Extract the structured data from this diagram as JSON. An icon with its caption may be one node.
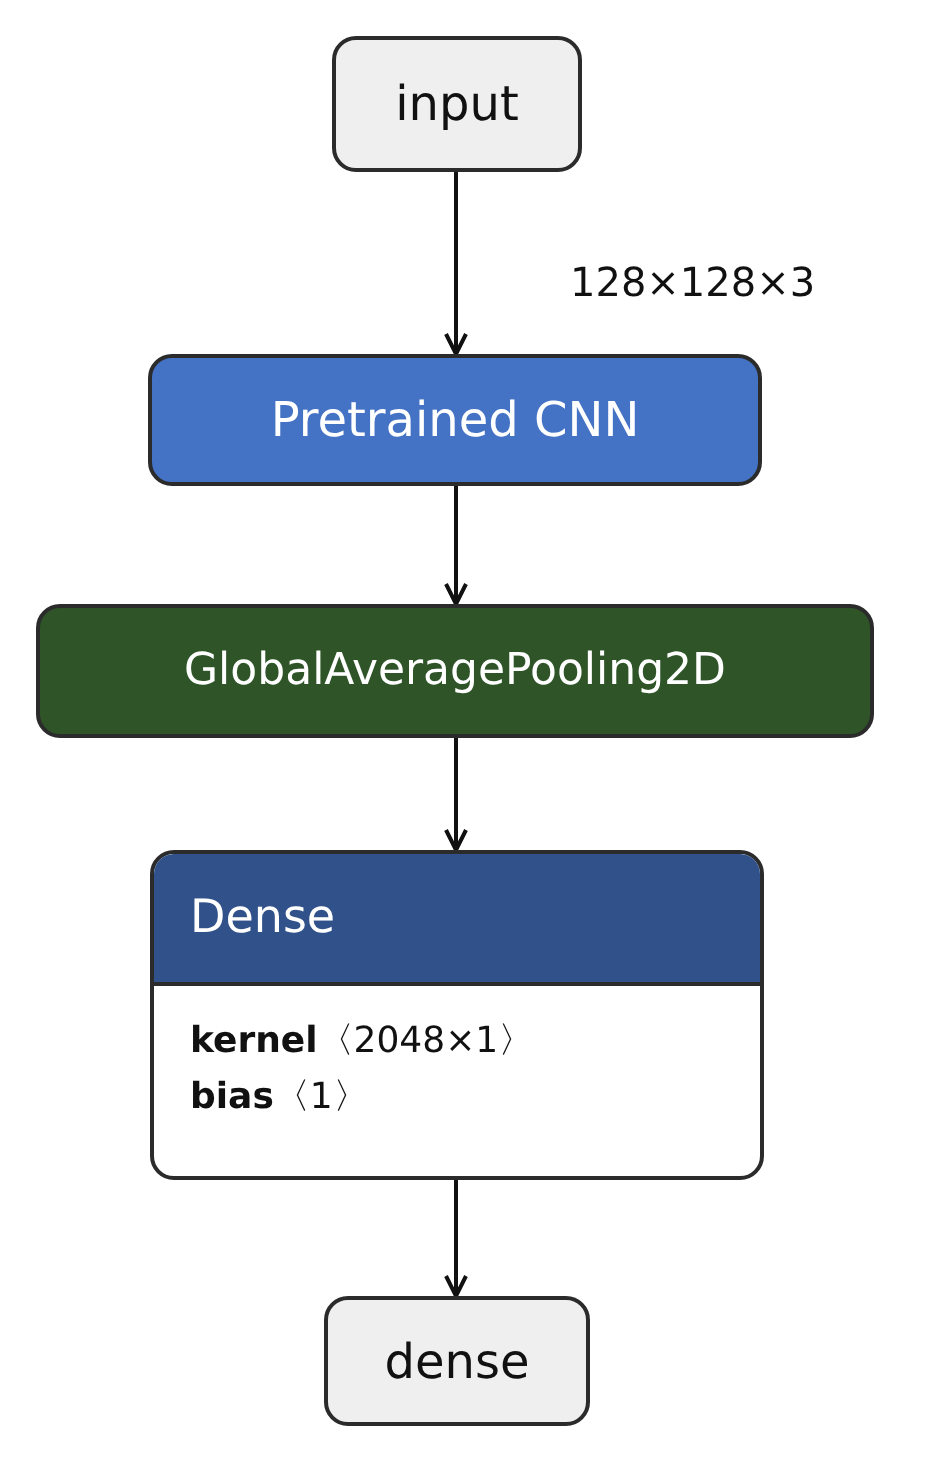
{
  "diagram": {
    "nodes": [
      {
        "text": [
          "input"
        ]
      },
      {
        "text": [
          "Pretrained CNN"
        ]
      },
      {
        "text": [
          "GlobalAveragePooling2D"
        ]
      },
      {
        "text": [
          "Dense",
          "**kernel**〈2048×1〉",
          "**bias**〈1〉"
        ]
      },
      {
        "text": [
          "dense"
        ]
      }
    ],
    "edges": [
      {
        "from": 0,
        "to": 1,
        "arrow": "to",
        "label": "128×128×3"
      },
      {
        "from": 1,
        "to": 2,
        "arrow": "to"
      },
      {
        "from": 2,
        "to": 3,
        "arrow": "to"
      },
      {
        "from": 3,
        "to": 4,
        "arrow": "to"
      }
    ]
  }
}
